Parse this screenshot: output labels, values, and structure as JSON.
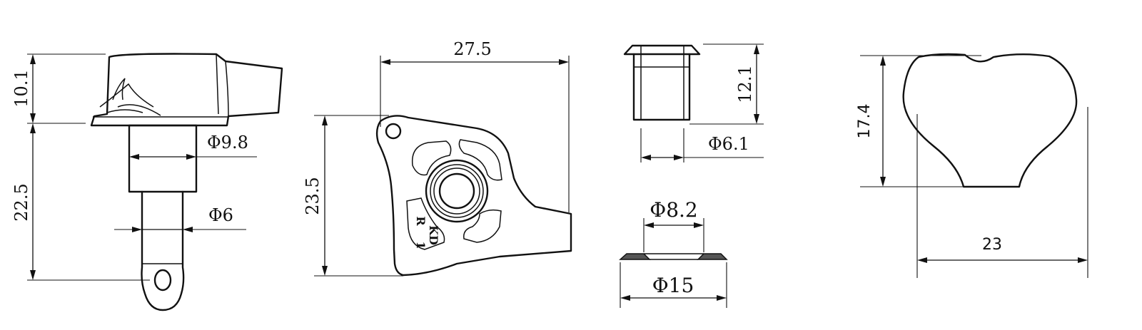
{
  "views": {
    "side": {
      "head_height": "10.1",
      "shaft_length": "22.5",
      "bushing_diameter": "Φ9.8",
      "shaft_diameter": "Φ6"
    },
    "plate": {
      "width": "27.5",
      "height": "23.5",
      "stamp_line1": "KD",
      "stamp_line2": "R",
      "stamp_line3": "1"
    },
    "bushing": {
      "height": "12.1",
      "diameter": "Φ6.1"
    },
    "washer": {
      "inner_diameter": "Φ8.2",
      "outer_diameter": "Φ15"
    },
    "button": {
      "height": "17.4",
      "width": "23"
    }
  }
}
